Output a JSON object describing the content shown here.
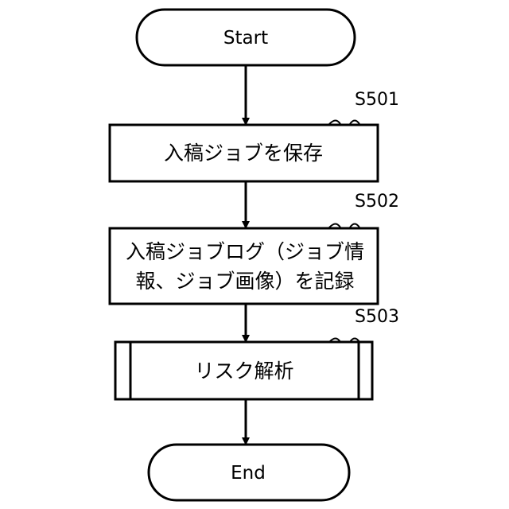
{
  "flowchart": {
    "start": {
      "label": "Start"
    },
    "steps": [
      {
        "id": "S501",
        "label": "入稿ジョブを保存"
      },
      {
        "id": "S502",
        "label_line1": "入稿ジョブログ（ジョブ情",
        "label_line2": "報、ジョブ画像）を記録"
      },
      {
        "id": "S503",
        "label": "リスク解析",
        "type": "predefined-process"
      }
    ],
    "end": {
      "label": "End"
    }
  }
}
